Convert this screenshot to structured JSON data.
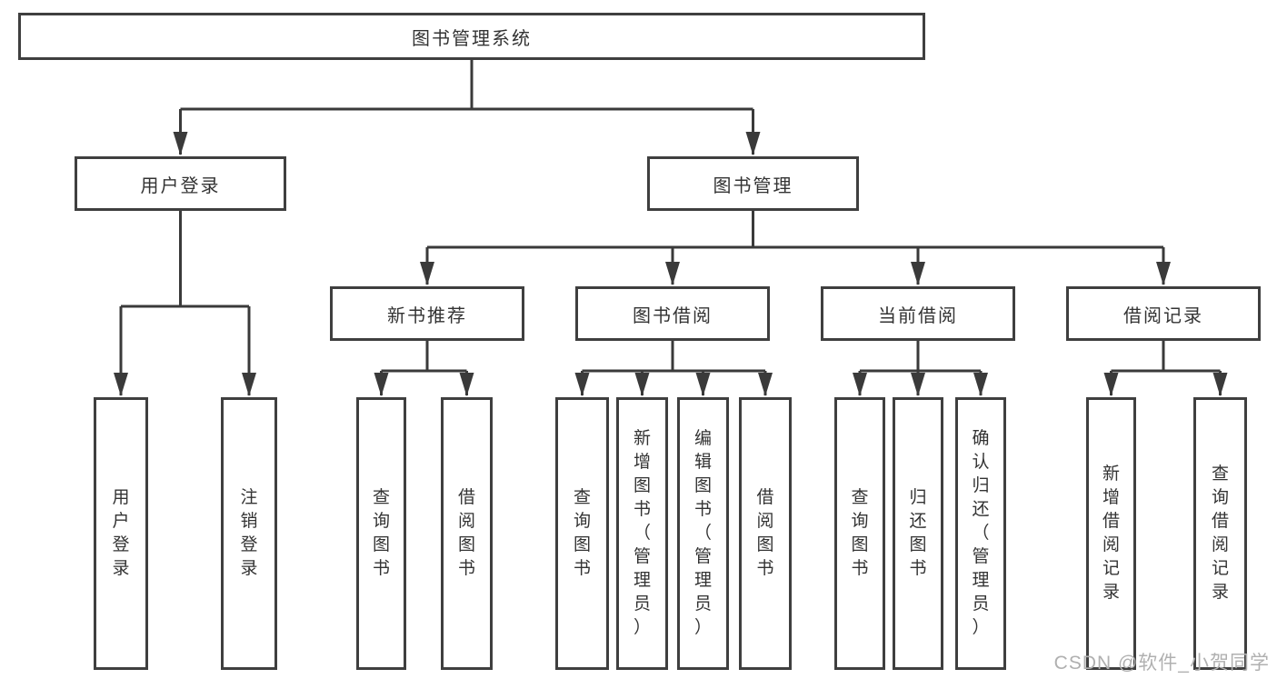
{
  "diagram": {
    "type": "hierarchy-tree",
    "root": {
      "label": "图书管理系统"
    },
    "children": [
      {
        "label": "用户登录",
        "children": [
          {
            "label": "用户登录"
          },
          {
            "label": "注销登录"
          }
        ]
      },
      {
        "label": "图书管理",
        "children": [
          {
            "label": "新书推荐",
            "children": [
              {
                "label": "查询图书"
              },
              {
                "label": "借阅图书"
              }
            ]
          },
          {
            "label": "图书借阅",
            "children": [
              {
                "label": "查询图书"
              },
              {
                "label": "新增图书（管理员）"
              },
              {
                "label": "编辑图书（管理员）"
              },
              {
                "label": "借阅图书"
              }
            ]
          },
          {
            "label": "当前借阅",
            "children": [
              {
                "label": "查询图书"
              },
              {
                "label": "归还图书"
              },
              {
                "label": "确认归还（管理员）"
              }
            ]
          },
          {
            "label": "借阅记录",
            "children": [
              {
                "label": "新增借阅记录"
              },
              {
                "label": "查询借阅记录"
              }
            ]
          }
        ]
      }
    ]
  },
  "watermark": {
    "text": "CSDN @软件_小贺同学"
  },
  "colors": {
    "background": "#ffffff",
    "box_border": "#3f3f3f",
    "line": "#3a3a3a",
    "text": "#333333",
    "watermark": "#b0b0b0"
  }
}
